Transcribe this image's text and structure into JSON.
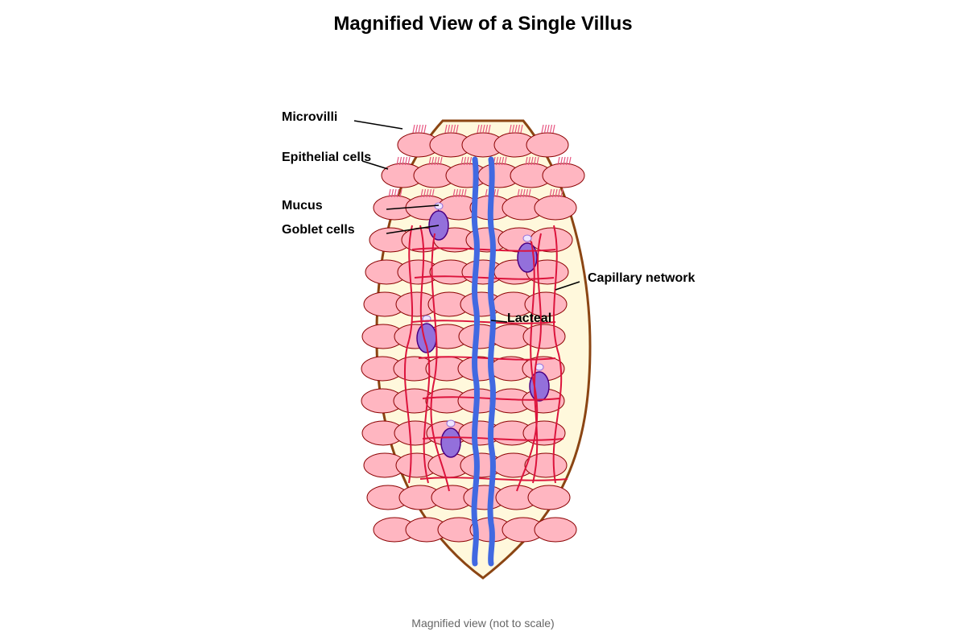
{
  "title": "Magnified View of a Single Villus",
  "footer": "Magnified view (not to scale)",
  "labels": {
    "microvilli": "Microvilli",
    "epithelial_cells": "Epithelial cells",
    "mucus": "Mucus",
    "goblet_cells": "Goblet cells",
    "capillary_network": "Capillary network",
    "lacteal": "Lacteal"
  },
  "colors": {
    "villus_fill": "#fff8dc",
    "villus_outline": "#8b4513",
    "epithelial_cell": "#ffb6c1",
    "epithelial_outline": "#8b0000",
    "microvilli": "#e75480",
    "goblet_cell": "#9370db",
    "goblet_outline": "#4b0082",
    "mucus": "#f0e6ff",
    "capillary": "#dc143c",
    "lacteal": "#4169e1"
  }
}
